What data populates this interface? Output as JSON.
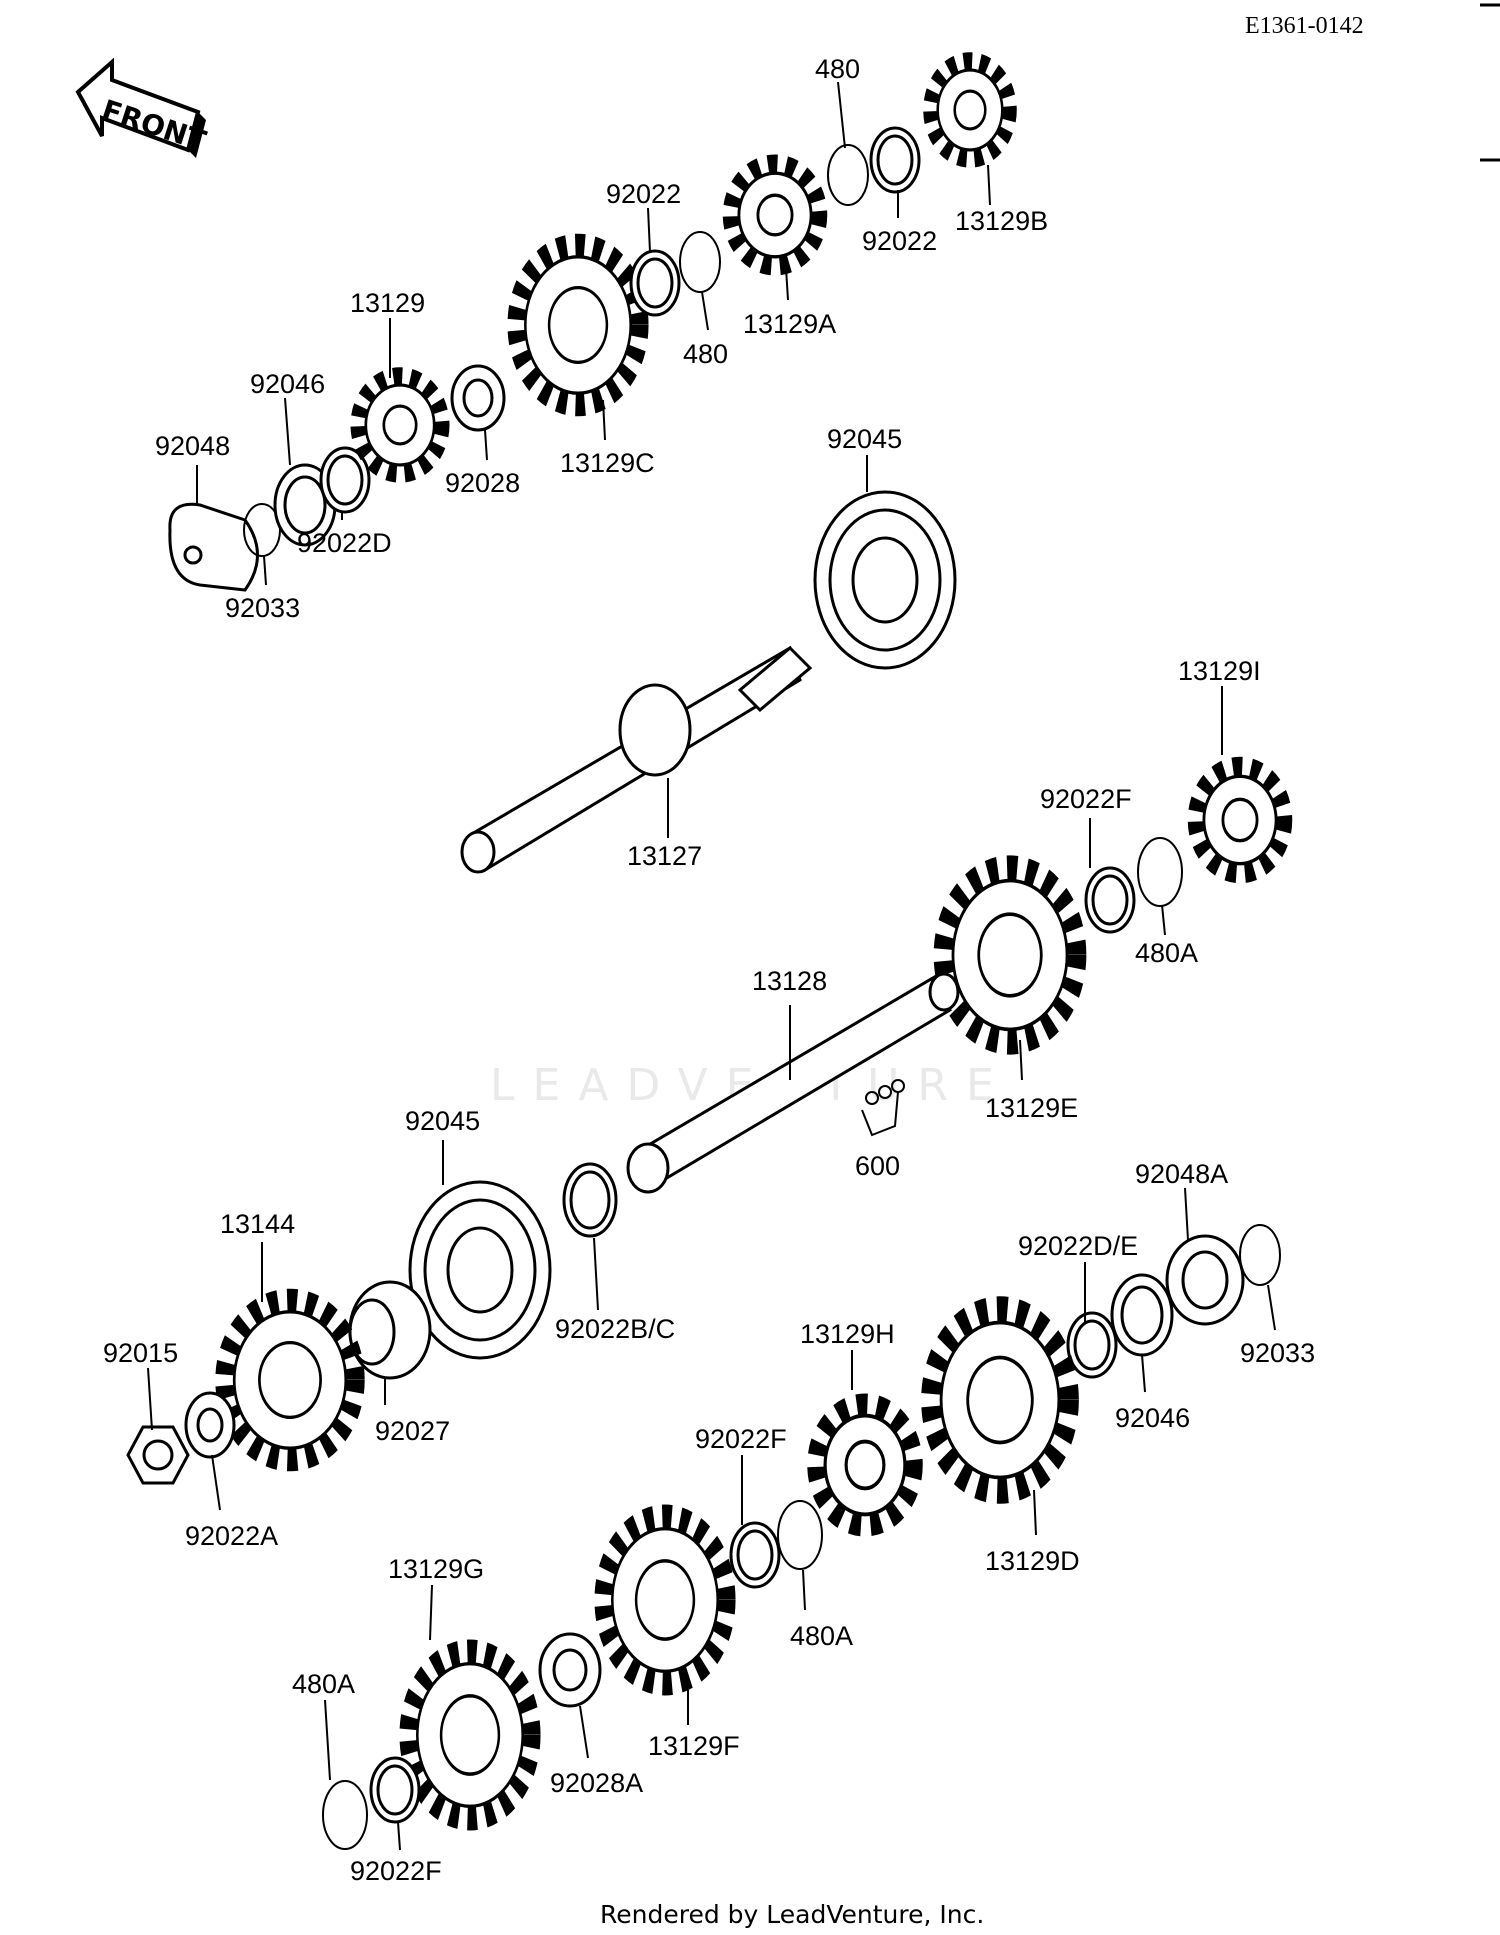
{
  "diagram_code": "E1361-0142",
  "front_label": "FRONT",
  "footer": "Rendered by LeadVenture, Inc.",
  "watermark": "LEADVENTURE",
  "callouts": [
    {
      "id": "c480_top",
      "text": "480"
    },
    {
      "id": "c13129B",
      "text": "13129B"
    },
    {
      "id": "c92022_r",
      "text": "92022"
    },
    {
      "id": "c92022_l",
      "text": "92022"
    },
    {
      "id": "c13129A",
      "text": "13129A"
    },
    {
      "id": "c480_mid",
      "text": "480"
    },
    {
      "id": "c13129",
      "text": "13129"
    },
    {
      "id": "c92046",
      "text": "92046"
    },
    {
      "id": "c92048",
      "text": "92048"
    },
    {
      "id": "c92028",
      "text": "92028"
    },
    {
      "id": "c13129C",
      "text": "13129C"
    },
    {
      "id": "c92022D",
      "text": "92022D"
    },
    {
      "id": "c92033",
      "text": "92033"
    },
    {
      "id": "c92045_top",
      "text": "92045"
    },
    {
      "id": "c13127",
      "text": "13127"
    },
    {
      "id": "c13129I",
      "text": "13129I"
    },
    {
      "id": "c92022F_top",
      "text": "92022F"
    },
    {
      "id": "c480A_top",
      "text": "480A"
    },
    {
      "id": "c13128",
      "text": "13128"
    },
    {
      "id": "c13129E",
      "text": "13129E"
    },
    {
      "id": "c600",
      "text": "600"
    },
    {
      "id": "c92045_bot",
      "text": "92045"
    },
    {
      "id": "c92022BC",
      "text": "92022B/C"
    },
    {
      "id": "c92048A",
      "text": "92048A"
    },
    {
      "id": "c92022DE",
      "text": "92022D/E"
    },
    {
      "id": "c92033_r",
      "text": "92033"
    },
    {
      "id": "c92046_r",
      "text": "92046"
    },
    {
      "id": "c13144",
      "text": "13144"
    },
    {
      "id": "c92015",
      "text": "92015"
    },
    {
      "id": "c92027",
      "text": "92027"
    },
    {
      "id": "c92022A",
      "text": "92022A"
    },
    {
      "id": "c13129H",
      "text": "13129H"
    },
    {
      "id": "c13129D",
      "text": "13129D"
    },
    {
      "id": "c92022F_mid",
      "text": "92022F"
    },
    {
      "id": "c480A_mid",
      "text": "480A"
    },
    {
      "id": "c13129G",
      "text": "13129G"
    },
    {
      "id": "c13129F",
      "text": "13129F"
    },
    {
      "id": "c480A_bot",
      "text": "480A"
    },
    {
      "id": "c92028A",
      "text": "92028A"
    },
    {
      "id": "c92022F_bot",
      "text": "92022F"
    }
  ]
}
